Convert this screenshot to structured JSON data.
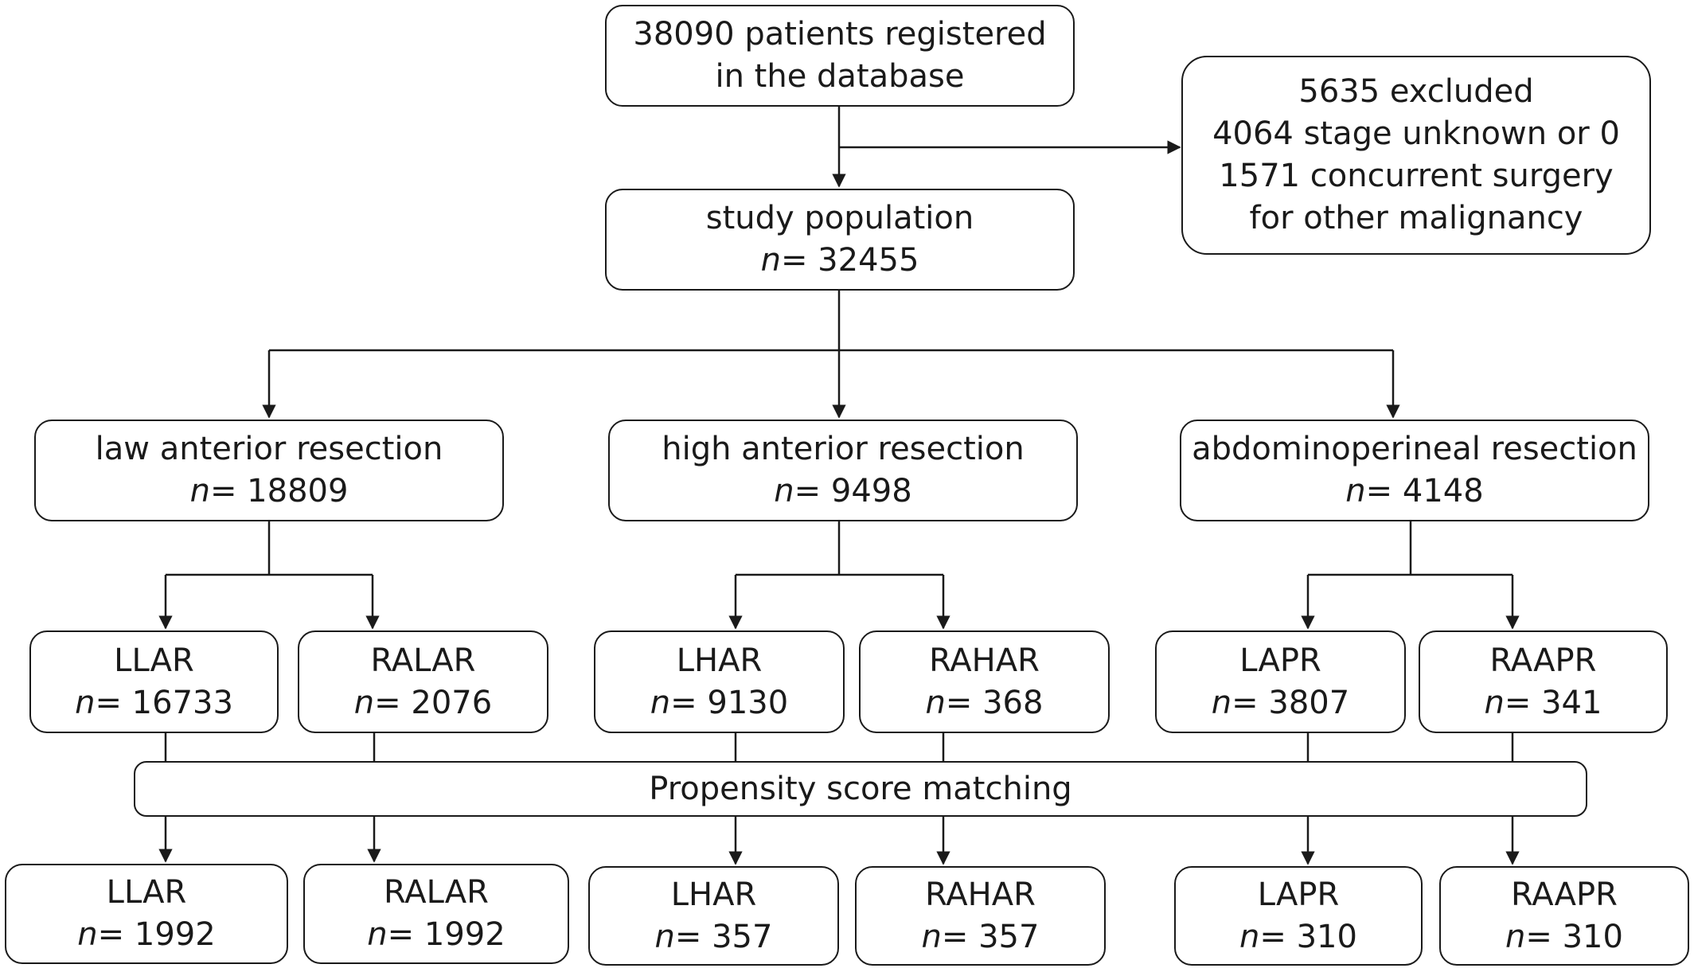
{
  "registered": {
    "line1": "38090 patients registered",
    "line2": "in the database"
  },
  "excluded": {
    "line1": "5635 excluded",
    "line2": "4064 stage unknown or 0",
    "line3": "1571 concurrent surgery",
    "line4": "for other malignancy"
  },
  "n_symbol": "n",
  "n_eq": "= ",
  "study": {
    "label": "study population",
    "n": "32455"
  },
  "procedures": {
    "lar": {
      "label": "law anterior resection",
      "n": "18809"
    },
    "har": {
      "label": "high anterior resection",
      "n": "9498"
    },
    "apr": {
      "label": "abdominoperineal resection",
      "n": "4148"
    }
  },
  "groups": {
    "llar": {
      "label": "LLAR",
      "n": "16733"
    },
    "ralar": {
      "label": "RALAR",
      "n": "2076"
    },
    "lhar": {
      "label": "LHAR",
      "n": "9130"
    },
    "rahar": {
      "label": "RAHAR",
      "n": "368"
    },
    "lapr": {
      "label": "LAPR",
      "n": "3807"
    },
    "raapr": {
      "label": "RAAPR",
      "n": "341"
    }
  },
  "psm": {
    "label": "Propensity score matching"
  },
  "matched": {
    "llar": {
      "label": "LLAR",
      "n": "1992"
    },
    "ralar": {
      "label": "RALAR",
      "n": "1992"
    },
    "lhar": {
      "label": "LHAR",
      "n": "357"
    },
    "rahar": {
      "label": "RAHAR",
      "n": "357"
    },
    "lapr": {
      "label": "LAPR",
      "n": "310"
    },
    "raapr": {
      "label": "RAAPR",
      "n": "310"
    }
  }
}
